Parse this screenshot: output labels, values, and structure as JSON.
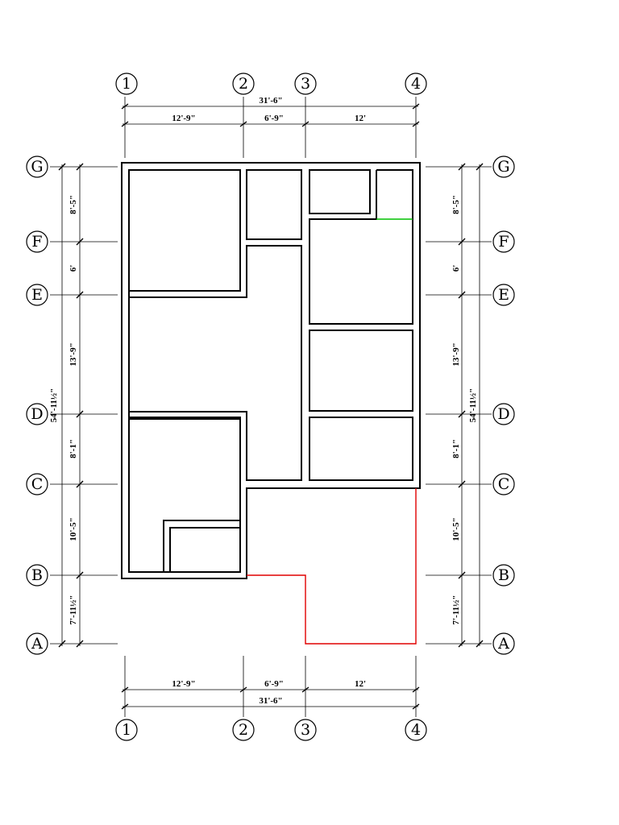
{
  "grid_columns": [
    "1",
    "2",
    "3",
    "4"
  ],
  "grid_rows": [
    "G",
    "F",
    "E",
    "D",
    "C",
    "B",
    "A"
  ],
  "dimensions": {
    "overall_width": "31'-6\"",
    "bays": [
      "12'-9\"",
      "6'-9\"",
      "12'"
    ],
    "overall_depth": "54'-11½\"",
    "row_spacings": [
      "8'-5\"",
      "6'",
      "13'-9\"",
      "8'-1\"",
      "10'-5\"",
      "7'-11½\""
    ]
  },
  "colors": {
    "line": "#000000",
    "extension_outline": "#e00000",
    "marker_line": "#00c000"
  }
}
